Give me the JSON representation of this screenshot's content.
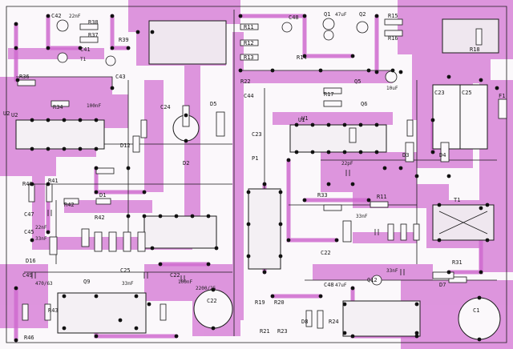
{
  "labels": {
    "ic_u1": "U1",
    "ic_u2": "U2",
    "cap_c1": "C1",
    "cap_c22": "C22",
    "cap_c23": "C23",
    "cap_c24": "C24",
    "cap_c25": "C25",
    "cap_c41": "C41",
    "cap_c42": "C42",
    "cap_c43": "C43",
    "cap_c44": "C44",
    "cap_c45": "C45",
    "cap_c47": "C47",
    "cap_c48": "C48",
    "cap_c49": "C49",
    "val_22nf_a": "22nF",
    "val_22nf_b": "22nF",
    "val_33nf_a": "33nF",
    "val_33nf_b": "33nF",
    "val_33nf_c": "33nF",
    "val_22pf": "22pF",
    "val_100nf": "100nF",
    "val_10uf": "10uF",
    "val_47uf": "47uF",
    "val_2200uf": "2200/25",
    "val_470uf": "470/63",
    "res_r11": "R11",
    "res_r12": "R12",
    "res_r13": "R13",
    "res_r14": "R14",
    "res_r15": "R15",
    "res_r16": "R16",
    "res_r17": "R17",
    "res_r18": "R18",
    "res_r19": "R19",
    "res_r20": "R20",
    "res_r21": "R21",
    "res_r22": "R22",
    "res_r23": "R23",
    "res_r24": "R24",
    "res_r31": "R31",
    "res_r33": "R33",
    "res_r34": "R34",
    "res_r36": "R36",
    "res_r37": "R37",
    "res_r38": "R38",
    "res_r39": "R39",
    "res_r40": "R40",
    "res_r41": "R41",
    "res_r42": "R42",
    "res_r43": "R43",
    "res_r46": "R46",
    "diode_d1": "D1",
    "diode_d2": "D2",
    "diode_d3": "D3",
    "diode_d4": "D4",
    "diode_d5": "D5",
    "diode_d7": "D7",
    "diode_d8": "D8",
    "diode_d12": "D12",
    "diode_d16": "D16",
    "tr_q1": "Q1",
    "tr_q2": "Q2",
    "tr_q5": "Q5",
    "tr_q6": "Q6",
    "tr_q9": "Q9",
    "tr_q12": "Q12",
    "fuse_f1": "F1",
    "sw_t1": "T1",
    "vr_p1": "P1"
  },
  "colors": {
    "copper": "#d87cd8",
    "copper_dark": "#c251c2",
    "ink": "#1a1a1a",
    "pad": "#111111",
    "paper": "#fbf8fb"
  }
}
